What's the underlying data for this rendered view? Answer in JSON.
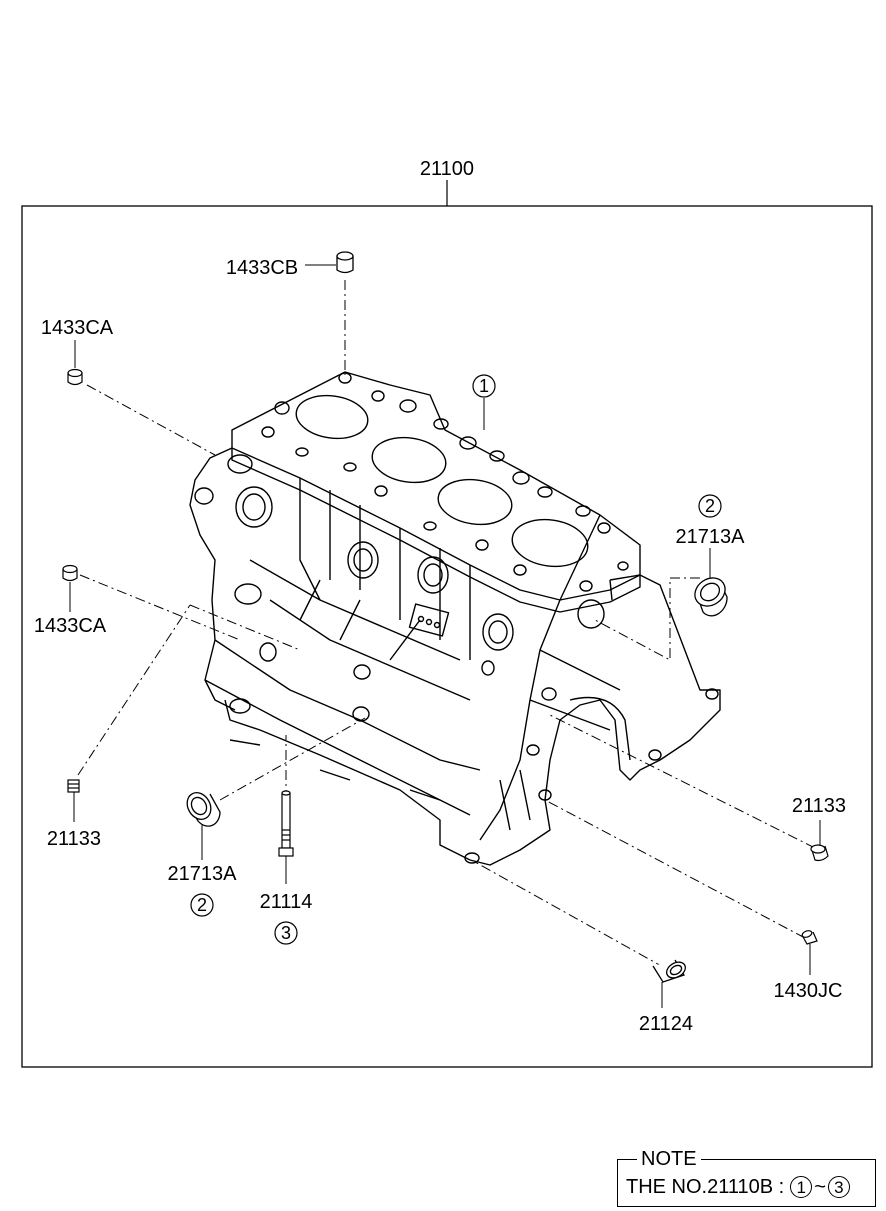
{
  "assembly": {
    "number": "21100"
  },
  "parts": [
    {
      "id": "1433CB"
    },
    {
      "id": "1433CA"
    },
    {
      "id": "1433CA"
    },
    {
      "id": "21133"
    },
    {
      "id": "21713A",
      "ref": "2"
    },
    {
      "id": "21114",
      "ref": "3"
    },
    {
      "id": "21713A",
      "ref": "2"
    },
    {
      "id": "21133"
    },
    {
      "id": "1430JC"
    },
    {
      "id": "21124"
    }
  ],
  "callout_block": {
    "ref": "1"
  },
  "note": {
    "title": "NOTE",
    "text": "THE NO.21110B :",
    "range_start": "1",
    "range_sep": "~",
    "range_end": "3"
  }
}
